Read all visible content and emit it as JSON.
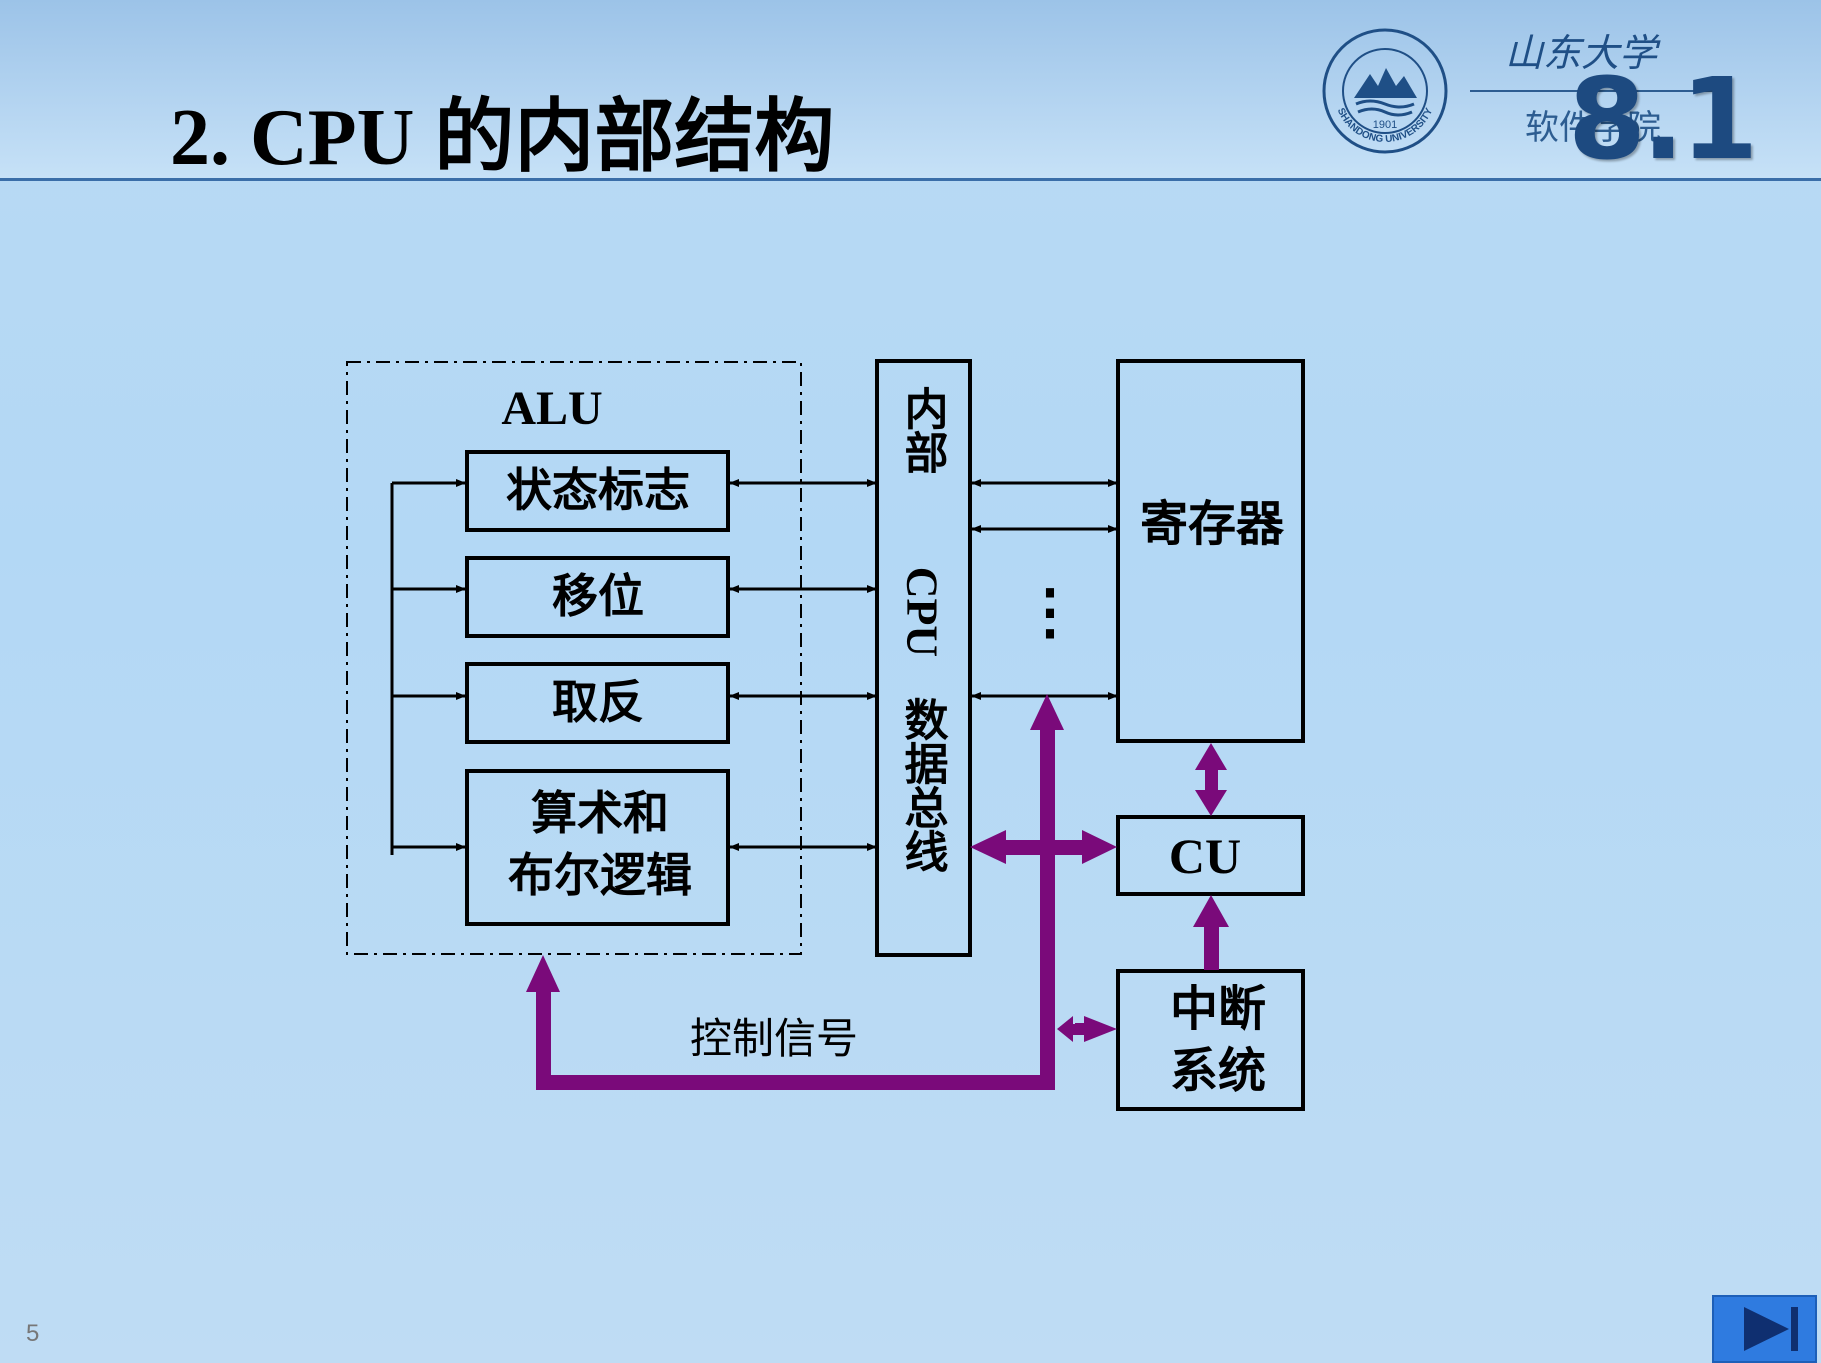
{
  "slide": {
    "title": "2. CPU 的内部结构",
    "university_name": "山东大学",
    "school_name": "软件学院",
    "section_number": "8.1",
    "seal": {
      "year": "1901",
      "ring_text": "SHANDONG UNIVERSITY"
    },
    "page_number": "5"
  },
  "diagram": {
    "alu_label": "ALU",
    "blocks": {
      "status_flags": "状态标志",
      "shift": "移位",
      "invert": "取反",
      "arith_logic_line1": "算术和",
      "arith_logic_line2": "布尔逻辑",
      "bus_line1": "内部",
      "bus_line2": "CPU",
      "bus_line3": "数据总线",
      "registers": "寄存器",
      "cu": "CU",
      "interrupt_line1": "中断",
      "interrupt_line2": "系统"
    },
    "ellipsis": "⋮",
    "control_signal_label": "控制信号",
    "colors": {
      "control_path": "#7a0a7a",
      "lines": "#000000"
    }
  }
}
